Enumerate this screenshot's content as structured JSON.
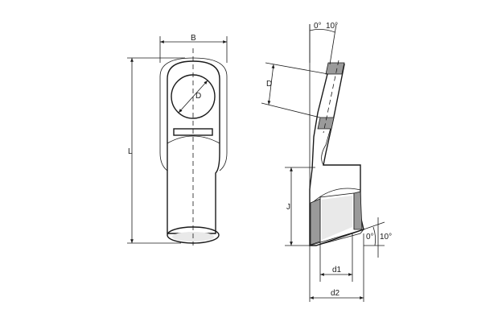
{
  "front_view": {
    "dim_width": "B",
    "dim_hole": "D",
    "dim_length": "L"
  },
  "side_view": {
    "dim_hole": "D",
    "dim_barrel_length": "J",
    "dim_inner_diameter": "d1",
    "dim_outer_diameter": "d2",
    "angle_top_min": "0°",
    "angle_top_max": "10°",
    "angle_bottom_min": "0°",
    "angle_bottom_max": "10°"
  }
}
